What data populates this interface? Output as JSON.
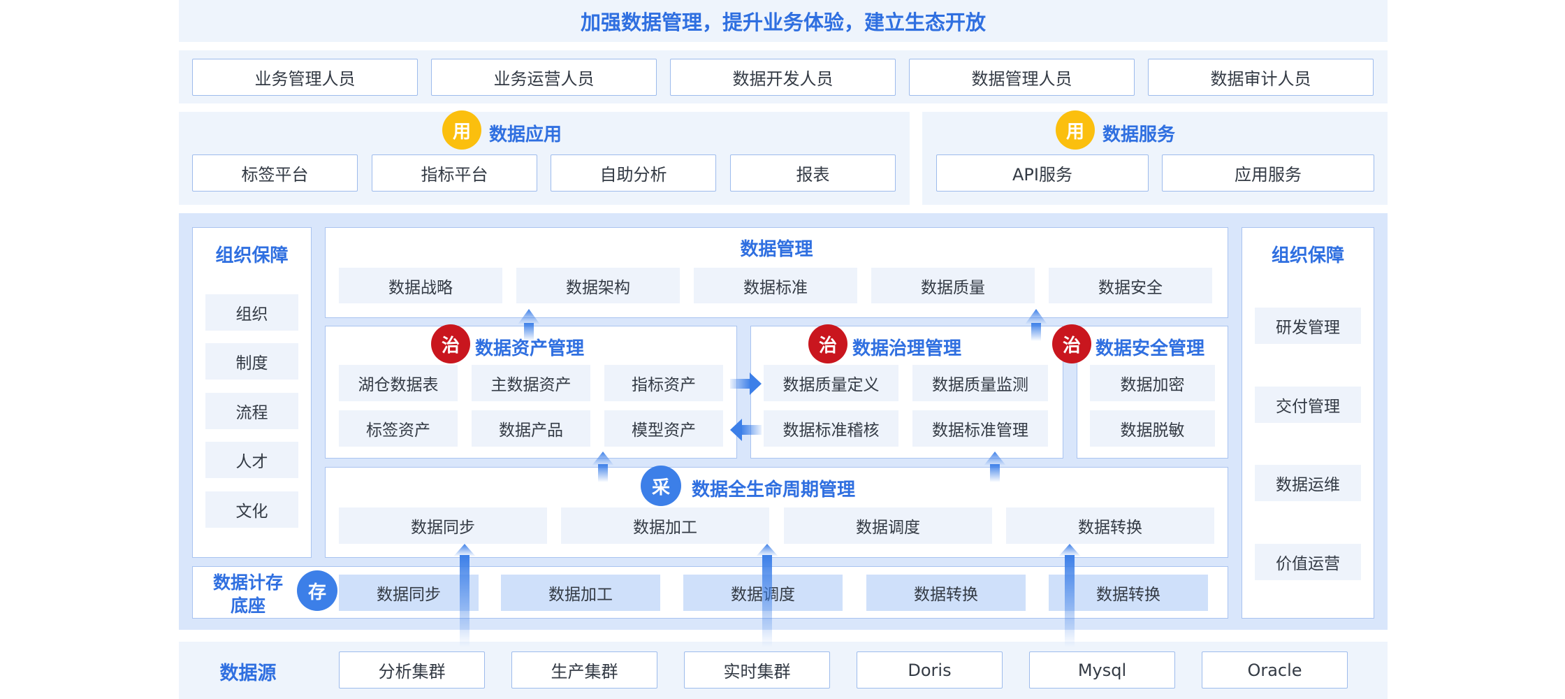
{
  "banner": "加强数据管理，提升业务体验，建立生态开放",
  "roles": [
    "业务管理人员",
    "业务运营人员",
    "数据开发人员",
    "数据管理人员",
    "数据审计人员"
  ],
  "app_section": {
    "badge": "用",
    "title": "数据应用",
    "items": [
      "标签平台",
      "指标平台",
      "自助分析",
      "报表"
    ]
  },
  "service_section": {
    "badge": "用",
    "title": "数据服务",
    "items": [
      "API服务",
      "应用服务"
    ]
  },
  "org_left": {
    "title": "组织保障",
    "items": [
      "组织",
      "制度",
      "流程",
      "人才",
      "文化"
    ]
  },
  "org_right": {
    "title": "组织保障",
    "items": [
      "研发管理",
      "交付管理",
      "数据运维",
      "价值运营"
    ]
  },
  "data_management": {
    "title": "数据管理",
    "items": [
      "数据战略",
      "数据架构",
      "数据标准",
      "数据质量",
      "数据安全"
    ]
  },
  "asset_mgmt": {
    "badge": "治",
    "title": "数据资产管理",
    "items": [
      "湖仓数据表",
      "主数据资产",
      "指标资产",
      "标签资产",
      "数据产品",
      "模型资产"
    ]
  },
  "governance_mgmt": {
    "badge": "治",
    "title": "数据治理管理",
    "items": [
      "数据质量定义",
      "数据质量监测",
      "数据标准稽核",
      "数据标准管理"
    ]
  },
  "security_mgmt": {
    "badge": "治",
    "title": "数据安全管理",
    "items": [
      "数据加密",
      "数据脱敏"
    ]
  },
  "lifecycle": {
    "badge": "采",
    "title": "数据全生命周期管理",
    "items": [
      "数据同步",
      "数据加工",
      "数据调度",
      "数据转换"
    ]
  },
  "storage": {
    "badge": "存",
    "title_line1": "数据计存",
    "title_line2": "底座",
    "items": [
      "数据同步",
      "数据加工",
      "数据调度",
      "数据转换",
      "数据转换"
    ]
  },
  "sources": {
    "title": "数据源",
    "items": [
      "分析集群",
      "生产集群",
      "实时集群",
      "Doris",
      "Mysql",
      "Oracle"
    ]
  },
  "colors": {
    "accent_blue": "#2f6fe0",
    "badge_yellow": "#fbbf0e",
    "badge_red": "#c9161e",
    "badge_blue": "#3c7fe8",
    "band_bg": "#eef4fc",
    "frame_bg": "#d9e6fb"
  }
}
